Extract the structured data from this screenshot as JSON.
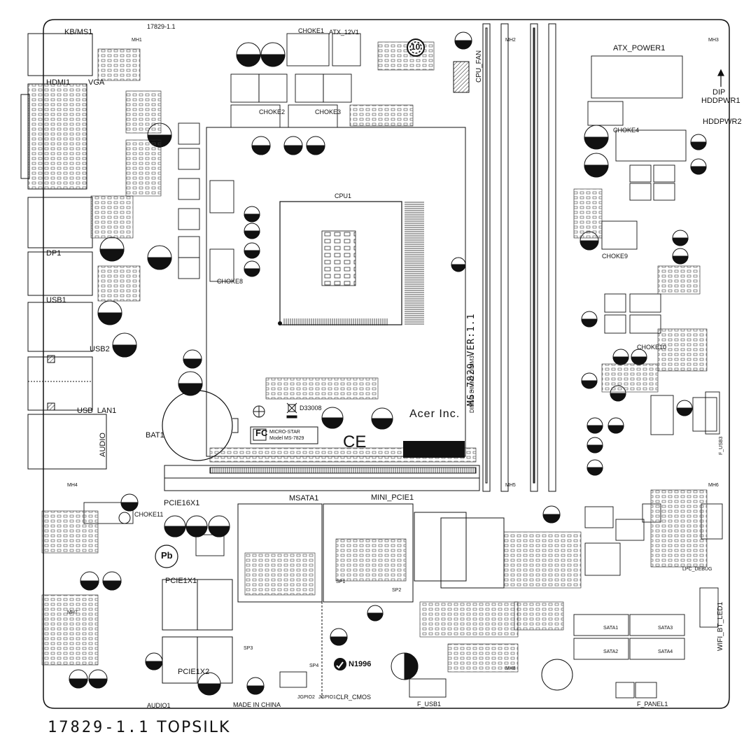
{
  "board": {
    "footer_code": "17829-1.1",
    "footer_layer": "TOPSILK",
    "top_code": "17829-1.1",
    "maker": "Acer Inc.",
    "version": "MS-7829 VER:1.1",
    "safety_code": "D33008",
    "n_mark": "N1996",
    "made_in": "MADE IN CHINA",
    "fcc_model_brand": "MICRO-STAR",
    "fcc_model": "Model MS-7829",
    "rohs_mark": "10",
    "pb_mark": "Pb",
    "ce_mark": "CE",
    "fcc_mark": "FC"
  },
  "connectors": {
    "kbms": "KB/MS1",
    "hdmi": "HDMI1",
    "vga": "VGA",
    "dp": "DP1",
    "usb1": "USB1",
    "usb2": "USB2",
    "usb_lan": "USB_LAN1",
    "audio": "AUDIO",
    "audio1": "AUDIO1",
    "bat": "BAT1",
    "atx_12v": "ATX_12V1",
    "atx_power": "ATX_POWER1",
    "cpu_fan": "CPU_FAN",
    "cpu": "CPU1",
    "dimm_labels": [
      "DIMM4",
      "DIMM2",
      "DIMM3"
    ],
    "pcie16": "PCIE16X1",
    "pcie1": "PCIE1X1",
    "pcie2": "PCIE1X2",
    "msata": "MSATA1",
    "mini_pcie": "MINI_PCIE1",
    "hddpwr1": "HDDPWR1",
    "hddpwr2": "HDDPWR2",
    "dip": "DIP",
    "clr_cmos": "CLR_CMOS",
    "jgpio2": "JGPIO2",
    "jgpio1": "JGPIO1",
    "f_usb1": "F_USB1",
    "f_usb3": "F_USB3",
    "f_panel": "F_PANEL1",
    "wifi_bt": "WIFI_BT_LED1",
    "lpc_debug": "LPC_DEBUG",
    "sata": [
      "SATA1",
      "SATA2",
      "SATA3",
      "SATA4"
    ],
    "choke_labels": [
      "CHOKE1",
      "CHOKE2",
      "CHOKE3",
      "CHOKE4",
      "CHOKE8",
      "CHOKE9",
      "CHOKE10",
      "CHOKE11"
    ],
    "sp_labels": [
      "SP1",
      "SP2",
      "SP3",
      "SP4"
    ],
    "mounting_holes": [
      "MH1",
      "MH2",
      "MH3",
      "MH4",
      "MH5",
      "MH6",
      "MH7",
      "MH8"
    ]
  },
  "icons": [
    "rohs-icon",
    "pb-free-icon",
    "ce-icon",
    "fcc-icon",
    "ground-icon",
    "weee-bin-icon",
    "n-mark-icon",
    "arrow-up-icon"
  ]
}
